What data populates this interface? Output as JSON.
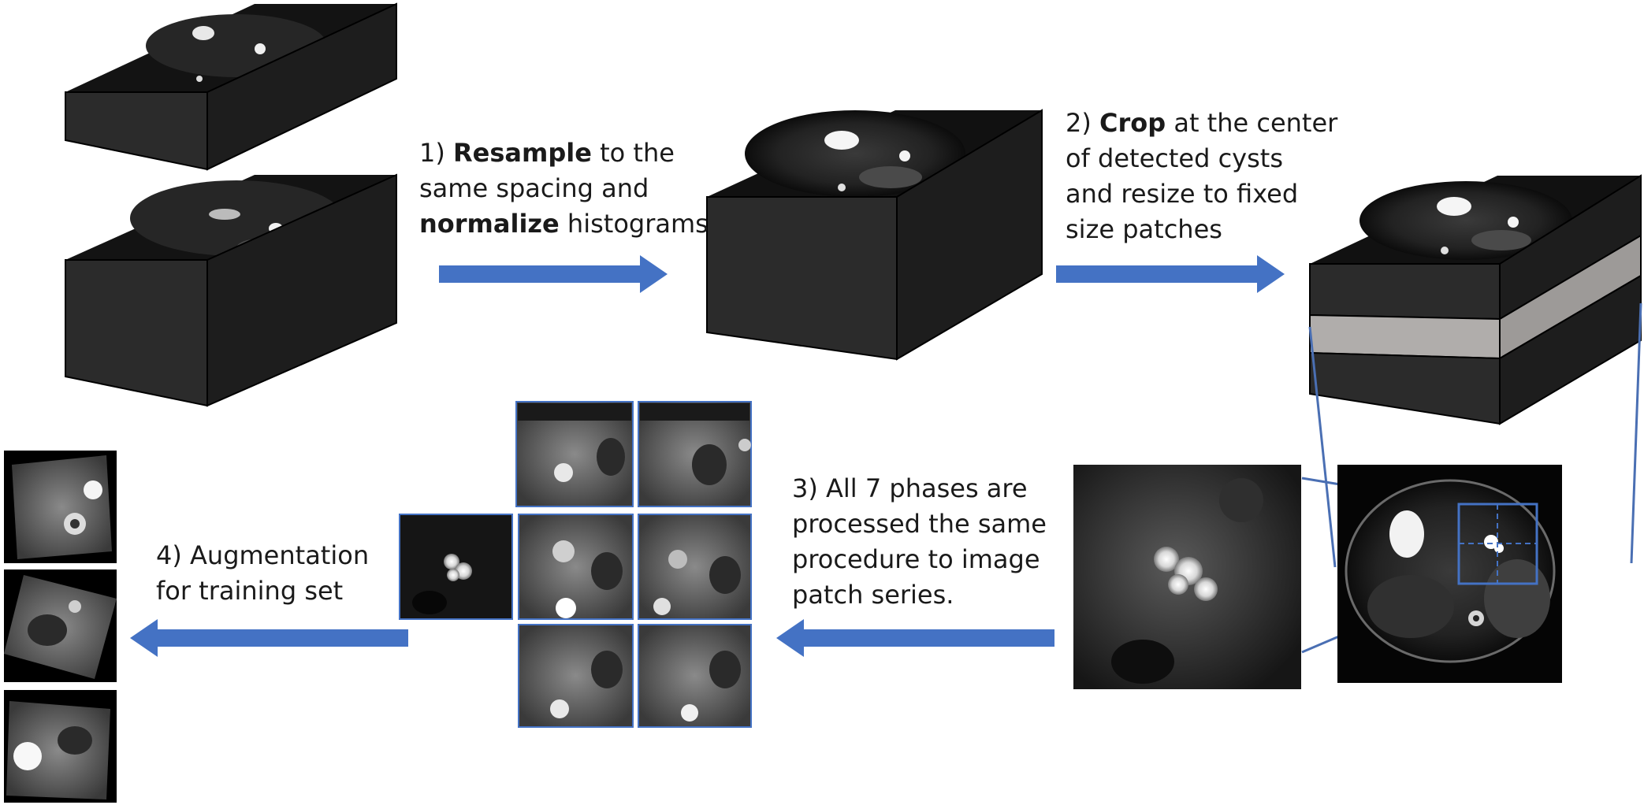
{
  "steps": {
    "s1": {
      "l1a": "1) ",
      "l1b": "Resample",
      "l1c": " to the",
      "l2": "same spacing and",
      "l3a": "normalize",
      "l3b": " histograms"
    },
    "s2": {
      "l1a": "2) ",
      "l1b": "Crop",
      "l1c": " at the center",
      "l2": "of detected cysts",
      "l3": "and resize to fixed",
      "l4": "size patches"
    },
    "s3": {
      "l1": "3) All 7 phases are",
      "l2": "processed the same",
      "l3": "procedure to image",
      "l4": "patch series."
    },
    "s4": {
      "l1": "4) Augmentation",
      "l2": "for training set"
    }
  },
  "colors": {
    "arrow": "#4472C4",
    "box_front": "#2a2a2a",
    "box_side": "#1e1e1e",
    "box_top": "#111111",
    "slab": "#b0adab",
    "connector": "#4a6fb3"
  },
  "counts": {
    "phases": 7,
    "augmented_patches": 3
  }
}
